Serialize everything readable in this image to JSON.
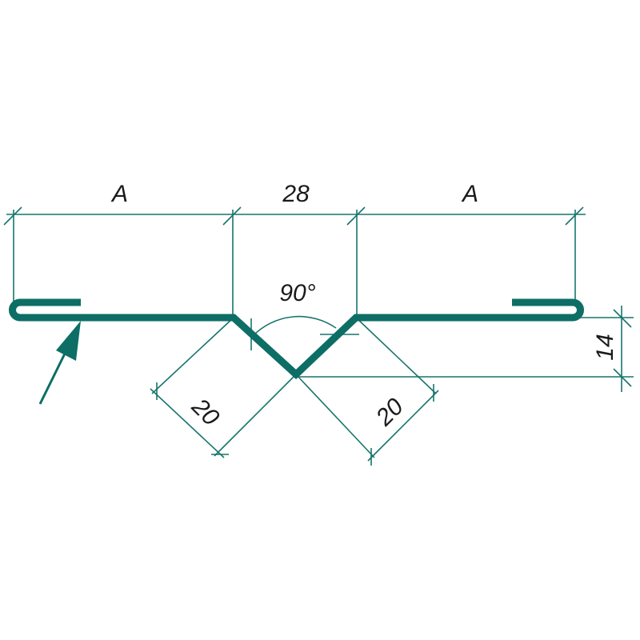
{
  "colors": {
    "profile": "#0d6e66",
    "dimension": "#17756c",
    "text": "#1a1a1a"
  },
  "dimensions": {
    "left_width": "A",
    "center_width": "28",
    "right_width": "A",
    "angle": "90°",
    "left_leg": "20",
    "right_leg": "20",
    "depth": "14"
  }
}
